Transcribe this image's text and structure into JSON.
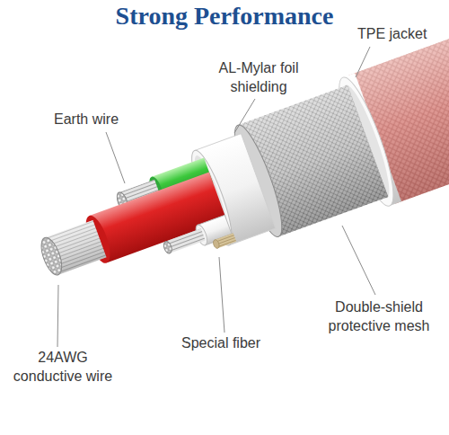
{
  "diagram": {
    "title": "Strong Performance",
    "labels": [
      "TPE jacket",
      "AL-Mylar foil shielding",
      "Earth wire",
      "Double-shield protective mesh",
      "Special fiber",
      "24AWG conductive wire"
    ]
  }
}
